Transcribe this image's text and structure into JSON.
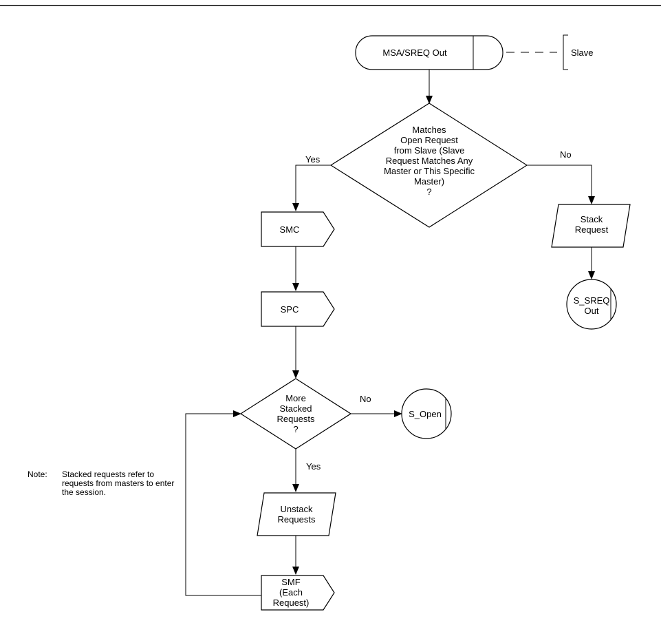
{
  "terminator": {
    "label": "MSA/SREQ Out"
  },
  "annotation": {
    "label": "Slave"
  },
  "decision1": {
    "lines": [
      "Matches",
      "Open Request",
      "from Slave (Slave",
      "Request Matches Any",
      "Master or This Specific",
      "Master)",
      "?"
    ]
  },
  "decision1_yes": "Yes",
  "decision1_no": "No",
  "smc": {
    "label": "SMC"
  },
  "spc": {
    "label": "SPC"
  },
  "stack_request": {
    "lines": [
      "Stack",
      "Request"
    ]
  },
  "s_sreq_out": {
    "lines": [
      "S_SREQ",
      "Out"
    ]
  },
  "decision2": {
    "lines": [
      "More",
      "Stacked",
      "Requests",
      "?"
    ]
  },
  "decision2_no": "No",
  "decision2_yes": "Yes",
  "s_open": {
    "label": "S_Open"
  },
  "unstack": {
    "lines": [
      "Unstack",
      "Requests"
    ]
  },
  "smf": {
    "lines": [
      "SMF",
      "(Each",
      "Request)"
    ]
  },
  "note": {
    "head": "Note:",
    "body": "Stacked requests refer to requests from masters to enter the session."
  }
}
